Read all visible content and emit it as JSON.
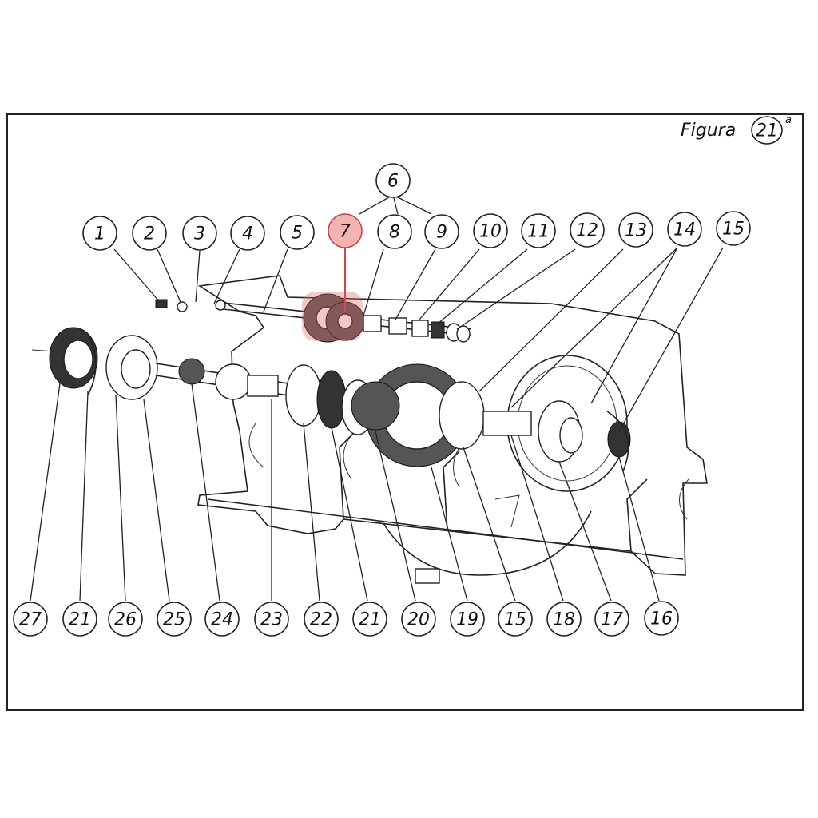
{
  "figure": {
    "title": "Figura",
    "number": "21",
    "superscript": "a"
  },
  "highlight": "7",
  "callouts_top": [
    "1",
    "2",
    "3",
    "4",
    "5",
    "6",
    "7",
    "8",
    "9",
    "10",
    "11",
    "12",
    "13",
    "14",
    "15"
  ],
  "callouts_bottom": [
    "27",
    "21",
    "26",
    "25",
    "24",
    "23",
    "22",
    "21",
    "20",
    "19",
    "15",
    "18",
    "17",
    "16"
  ]
}
